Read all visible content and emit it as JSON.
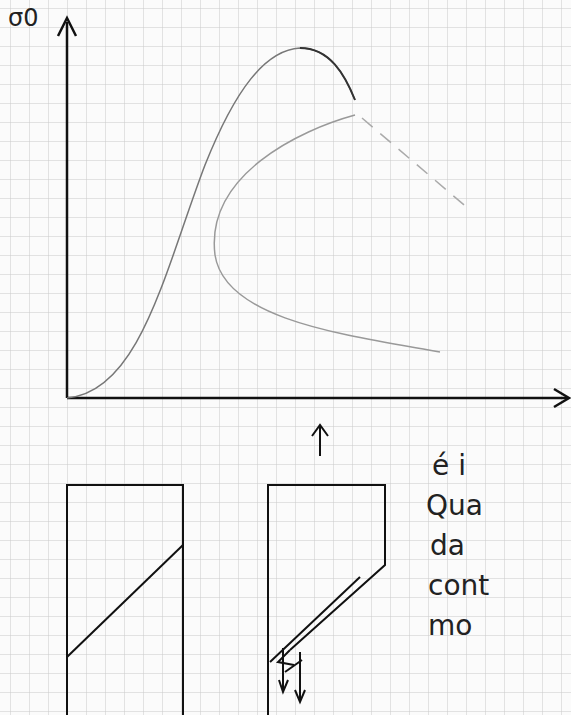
{
  "diagram": {
    "labels": [
      "σ0",
      "é i",
      "Qua",
      "da",
      "cont",
      "mo"
    ]
  }
}
